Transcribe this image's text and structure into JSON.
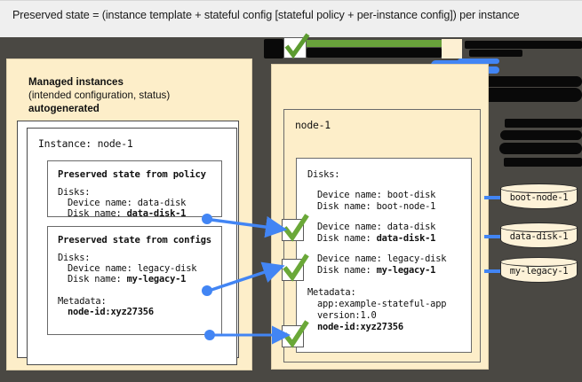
{
  "caption": {
    "text": "Preserved state = (instance template + stateful config [stateful policy + per-instance config]) per instance"
  },
  "colors": {
    "cream_panel": "#fdeec9",
    "dark_backdrop": "#4a4843",
    "accent_blue": "#4285f4",
    "accent_green": "#69a23b",
    "redaction_black": "#090909",
    "card_white": "#ffffff"
  },
  "left_panel": {
    "title": "Managed instances",
    "subtitle": "(intended configuration, status)",
    "subtitle2": "autogenerated",
    "instance_card": {
      "title": "Instance: node-1",
      "boxes": [
        {
          "title": "Preserved state from policy",
          "lines": [
            {
              "text": "Disks:",
              "bold": false,
              "indent": 0
            },
            {
              "text": "Device name: data-disk",
              "bold": false,
              "indent": 1
            },
            {
              "text": "Disk name: ",
              "bold_text": "data-disk-1",
              "bold": false,
              "indent": 1
            }
          ]
        },
        {
          "title": "Preserved state from configs",
          "lines": [
            {
              "text": "Disks:",
              "bold": false,
              "indent": 0
            },
            {
              "text": "Device name: legacy-disk",
              "bold": false,
              "indent": 1
            },
            {
              "text": "Disk name: ",
              "bold_text": "my-legacy-1",
              "bold": false,
              "indent": 1
            },
            {
              "text": "Metadata:",
              "bold": false,
              "indent": 0
            },
            {
              "text": "",
              "bold_text": "node-id:xyz27356",
              "bold": true,
              "indent": 1
            }
          ]
        }
      ]
    }
  },
  "right_panel": {
    "node_title": "node-1",
    "disks_header": "Disks:",
    "entries": [
      {
        "device": "Device name: boot-disk",
        "disk": "Disk name: ",
        "disk_value": "boot-node-1",
        "disk_bold": false,
        "checked": false
      },
      {
        "device": "Device name: data-disk",
        "disk": "Disk name: ",
        "disk_value": "data-disk-1",
        "disk_bold": true,
        "checked": true
      },
      {
        "device": "Device name: legacy-disk",
        "disk": "Disk name: ",
        "disk_value": "my-legacy-1",
        "disk_bold": true,
        "checked": true
      }
    ],
    "metadata_header": "Metadata:",
    "metadata": [
      {
        "text": "app:example-stateful-app",
        "bold": false
      },
      {
        "text": "version:1.0",
        "bold": false
      },
      {
        "text": "node-id:xyz27356",
        "bold": true
      }
    ]
  },
  "disks": [
    {
      "label": "boot-node-1"
    },
    {
      "label": "data-disk-1"
    },
    {
      "label": "my-legacy-1"
    }
  ],
  "icons": {
    "check": "check-mark-icon",
    "cylinder": "disk-cylinder-icon",
    "arrow": "arrow-connector-icon"
  }
}
